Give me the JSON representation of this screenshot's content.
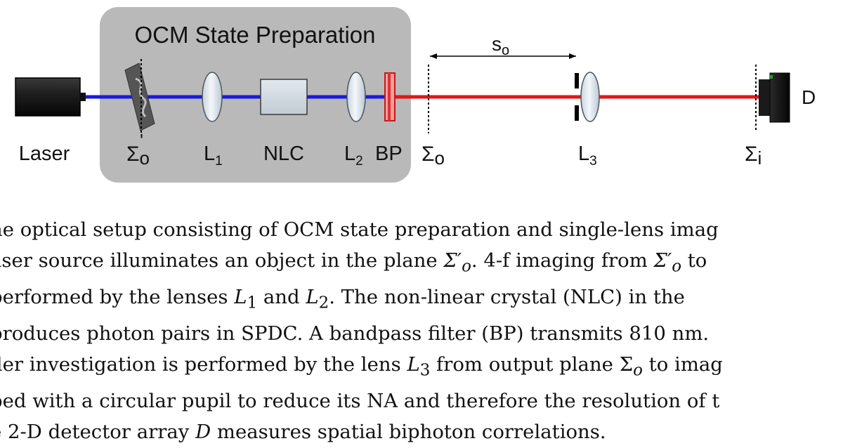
{
  "colors": {
    "pump_beam": "#1a1adf",
    "spdc_beam": "#e01818",
    "box_fill": "#b9b9b9",
    "lens_fill": "#dfe6ec",
    "crystal_fill": "#d2d9df",
    "bp_filter": "#f0a0a0"
  },
  "figure": {
    "box_title": "OCM State Preparation",
    "labels": {
      "laser": "Laser",
      "sigma_o_prime": "Σ",
      "sigma_o_prime_sub": "o",
      "sigma_o_prime_mark": "'",
      "l1": "L",
      "l1_sub": "1",
      "nlc": "NLC",
      "l2": "L",
      "l2_sub": "2",
      "bp": "BP",
      "sigma_o": "Σ",
      "sigma_o_sub": "o",
      "l3": "L",
      "l3_sub": "3",
      "sigma_i": "Σ",
      "sigma_i_sub": "i",
      "detector": "D",
      "distance": "s",
      "distance_sub": "o"
    },
    "icons": [
      "laser-icon",
      "object-mask-icon",
      "lens-icon",
      "crystal-icon",
      "bandpass-filter-icon",
      "aperture-icon",
      "detector-icon"
    ]
  },
  "caption": {
    "line1": "he optical setup consisting of OCM state preparation and single-lens imag",
    "line2a": "aser source illuminates an object in the plane ",
    "line2b": "Σ′",
    "line2c": "o",
    "line2d": ".  4-f imaging from ",
    "line2e": "Σ′",
    "line2f": "o",
    "line2g": " to",
    "line3a": " performed by the lenses ",
    "line3b": "L",
    "line3c": "1",
    "line3d": " and ",
    "line3e": "L",
    "line3f": "2",
    "line3g": ". The non-linear crystal (NLC) in the",
    "line4": "produces photon pairs in SPDC. A bandpass filter (BP) transmits 810 nm.",
    "line5a": "der investigation is performed by the lens ",
    "line5b": "L",
    "line5c": "3",
    "line5d": " from output plane ",
    "line5e": "Σ",
    "line5f": "o",
    "line5g": " to imag",
    "line6": "bed with a circular pupil to reduce its NA and therefore the resolution of t",
    "line7a": "e 2-D detector array ",
    "line7b": "D",
    "line7c": " measures spatial biphoton correlations."
  }
}
